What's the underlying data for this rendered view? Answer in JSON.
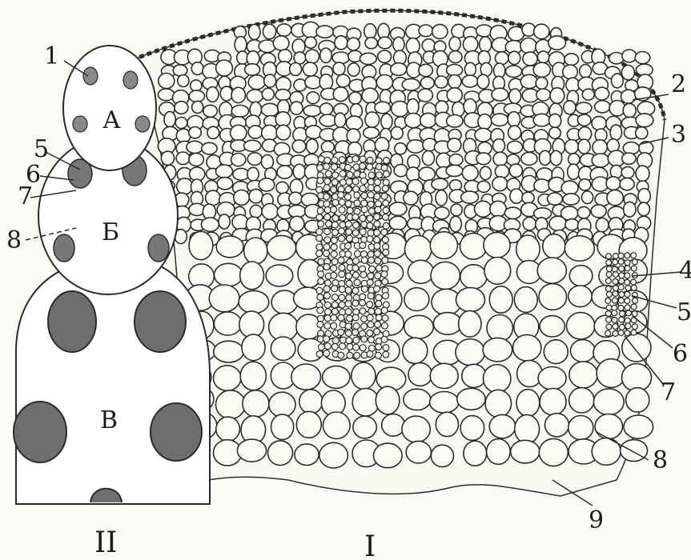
{
  "figure": {
    "right_labels": [
      "2",
      "3",
      "4",
      "5",
      "6",
      "7",
      "8",
      "9"
    ],
    "left_labels": [
      "1",
      "5",
      "6",
      "7",
      "8"
    ],
    "circle_letters": [
      "А",
      "Б",
      "В"
    ],
    "roman_labels": [
      "II",
      "I"
    ]
  },
  "colors": {
    "background": "#fbfbf6",
    "ink": "#2b2b2b",
    "cell_fill": "#fbfbf4"
  }
}
